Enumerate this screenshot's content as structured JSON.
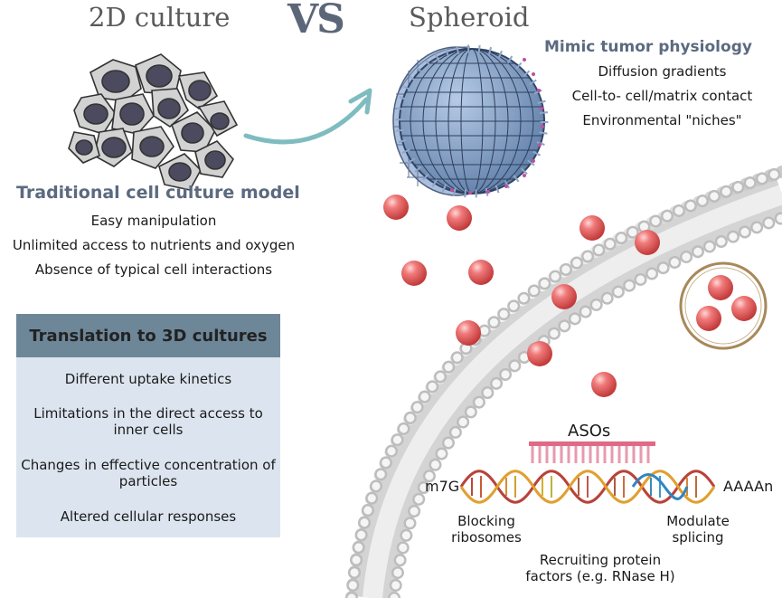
{
  "titles": {
    "left": "2D culture",
    "vs": "VS",
    "right": "Spheroid"
  },
  "traditional": {
    "heading": "Traditional cell culture model",
    "points": [
      "Easy manipulation",
      "Unlimited access to nutrients and oxygen",
      "Absence of typical cell interactions"
    ]
  },
  "spheroid": {
    "heading": "Mimic  tumor physiology",
    "points": [
      "Diffusion gradients",
      "Cell-to- cell/matrix contact",
      "Environmental \"niches\""
    ]
  },
  "translation_box": {
    "heading": "Translation to 3D cultures",
    "items": [
      "Different uptake kinetics",
      "Limitations in the direct access to inner cells",
      "Changes in effective concentration of particles",
      "Altered cellular responses"
    ]
  },
  "aso": {
    "label": "ASOs",
    "five_prime": "m7G",
    "three_prime": "AAAAn",
    "mechanisms": [
      "Blocking ribosomes",
      "Modulate splicing",
      "Recruiting protein factors (e.g. RNase H)"
    ]
  },
  "colors": {
    "heading_blue": "#5b6a7f",
    "box_header": "#6d8799",
    "box_body": "#dce5ef",
    "arrow": "#7fbcc0",
    "particle": "#e05a5a"
  }
}
